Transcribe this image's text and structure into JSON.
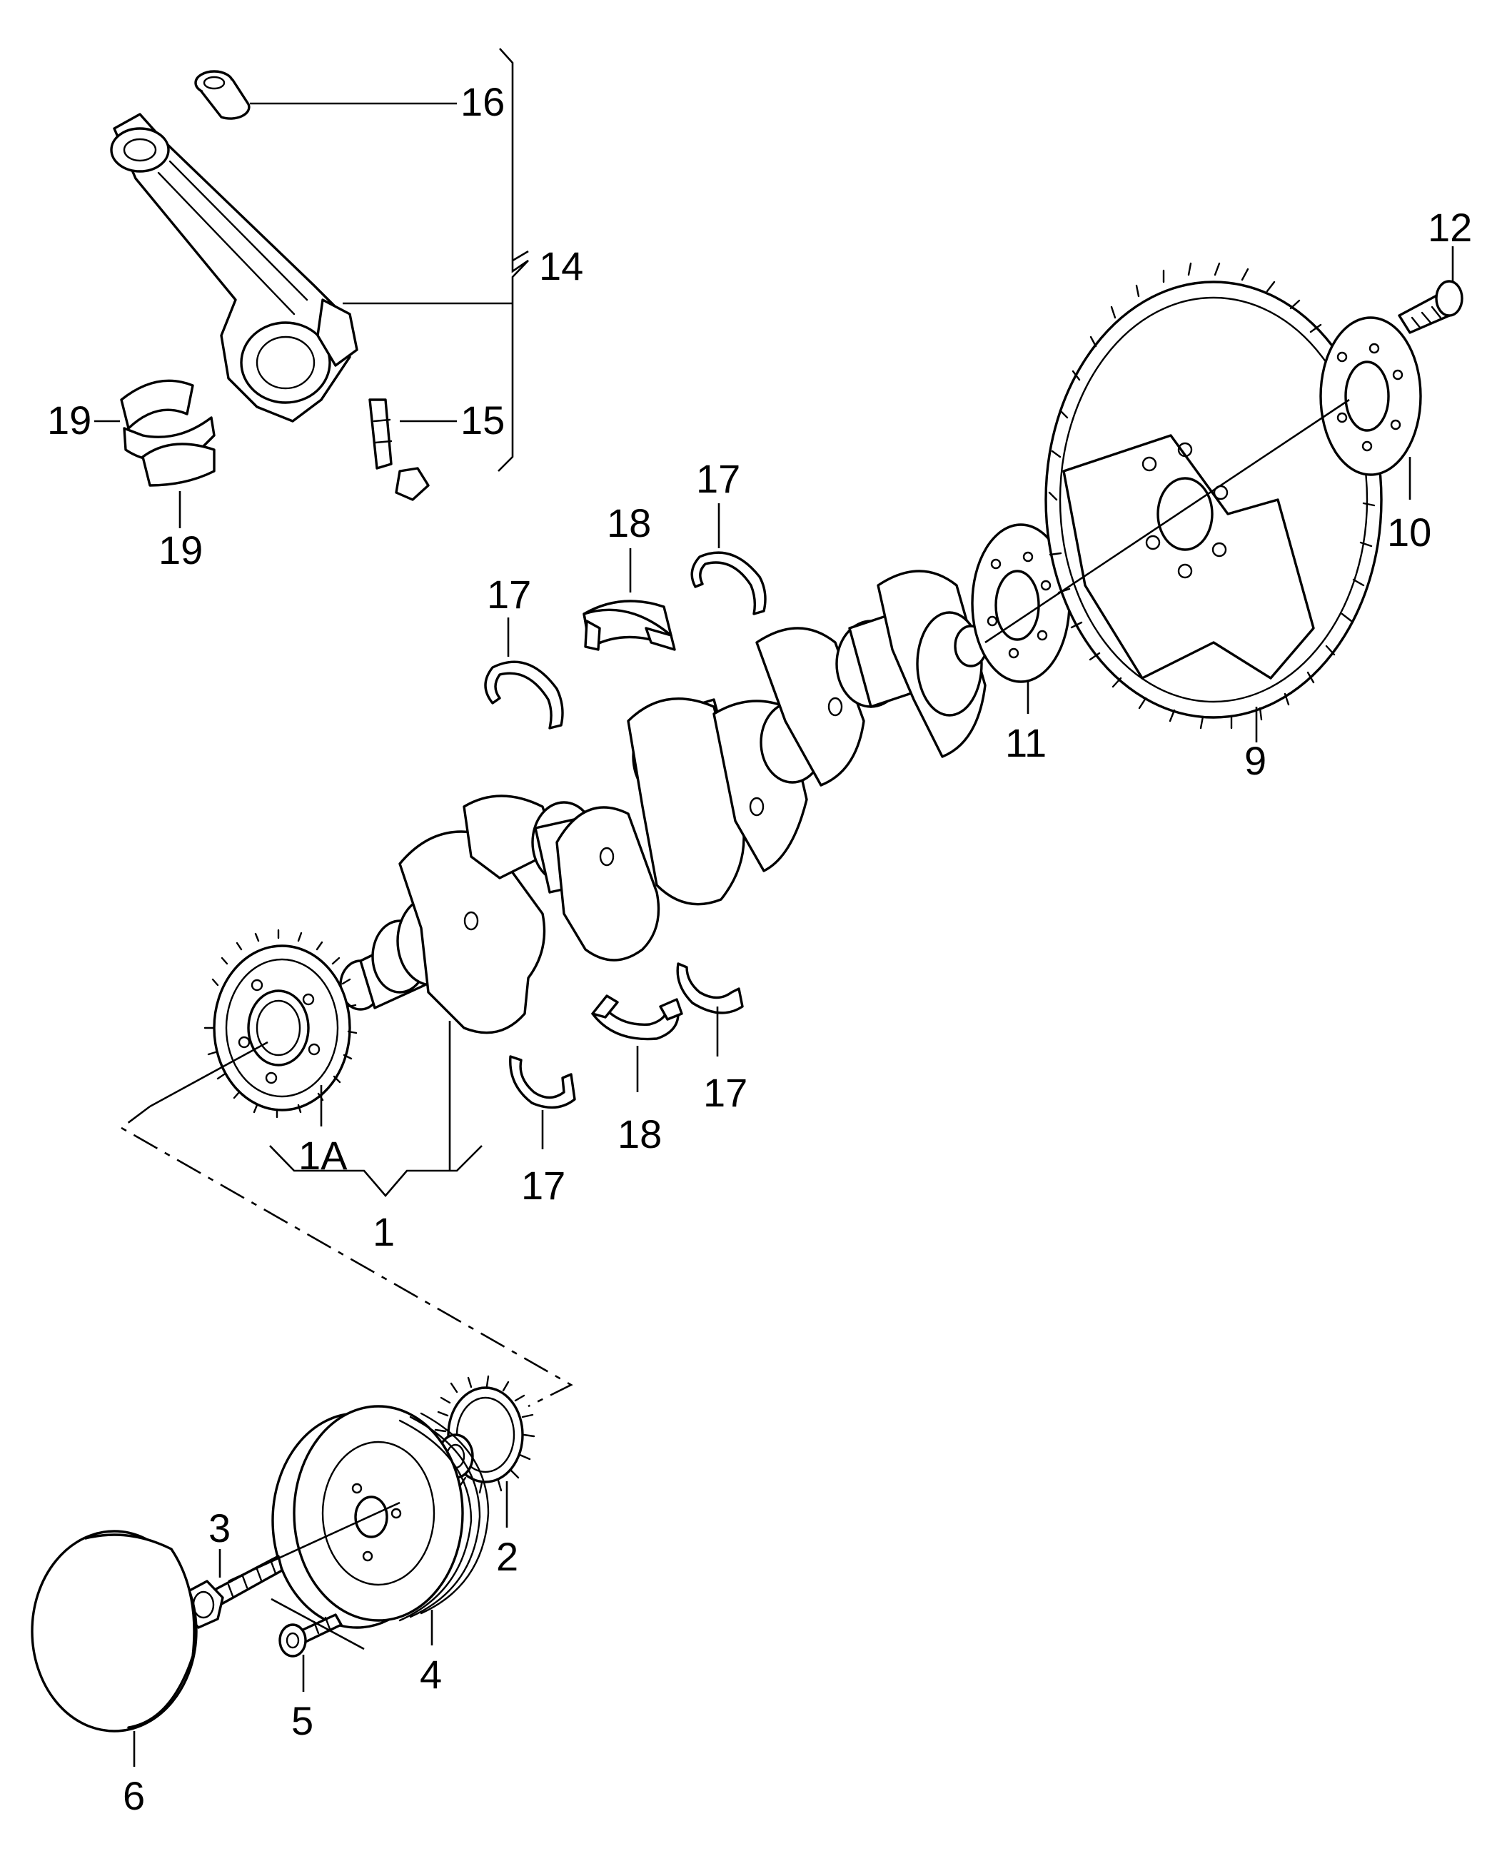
{
  "callouts": {
    "c1": "1",
    "c1a": "1A",
    "c2": "2",
    "c3": "3",
    "c4": "4",
    "c5": "5",
    "c6": "6",
    "c9": "9",
    "c10": "10",
    "c11": "11",
    "c12": "12",
    "c14": "14",
    "c15": "15",
    "c16": "16",
    "c17a": "17",
    "c17b": "17",
    "c17c": "17",
    "c17d": "17",
    "c18a": "18",
    "c18b": "18",
    "c19a": "19",
    "c19b": "19"
  }
}
